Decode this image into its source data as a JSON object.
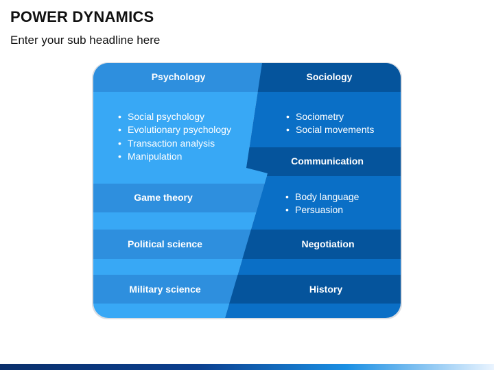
{
  "header": {
    "title": "POWER DYNAMICS",
    "subtitle": "Enter your sub headline here"
  },
  "colors": {
    "left_band": "#38a8f5",
    "left_header": "#2e8fde",
    "right_band": "#0a6fc6",
    "right_header": "#05549c",
    "text": "#ffffff"
  },
  "left": {
    "header": "Psychology",
    "bullets": [
      "Social psychology",
      "Evolutionary psychology",
      "Transaction analysis",
      "Manipulation"
    ],
    "rows": [
      "Game theory",
      "Political science",
      "Military science"
    ]
  },
  "right": {
    "header": "Sociology",
    "bullets_1": [
      "Sociometry",
      "Social movements"
    ],
    "row_1": "Communication",
    "bullets_2": [
      "Body language",
      "Persuasion"
    ],
    "rows": [
      "Negotiation",
      "History"
    ]
  }
}
